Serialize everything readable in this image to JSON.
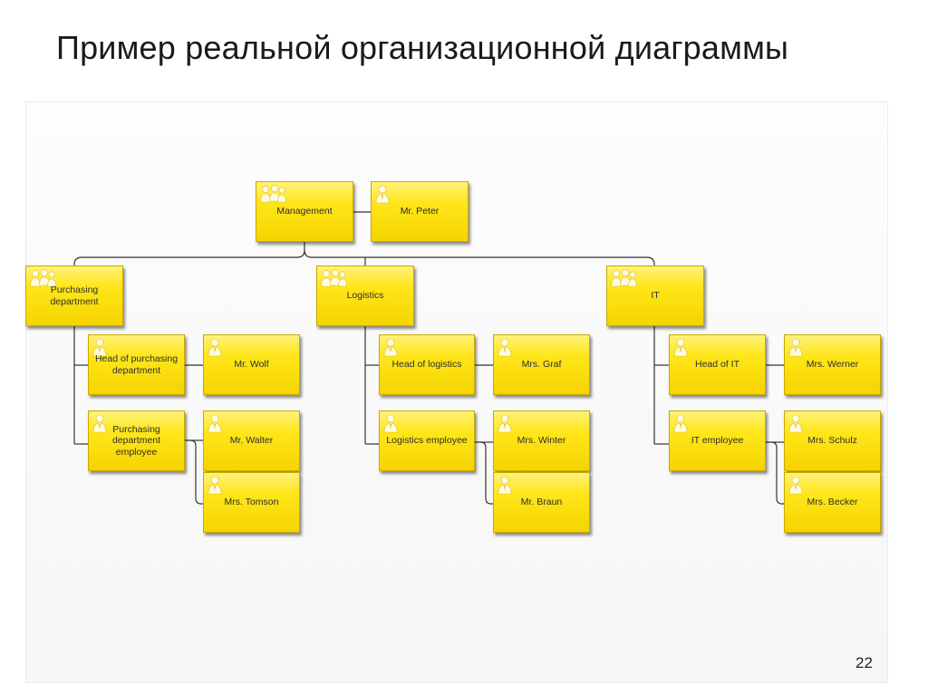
{
  "title": "Пример реальной организационной диаграммы",
  "page_number": "22",
  "nodes": {
    "management": "Management",
    "mr_peter": "Mr. Peter",
    "purchasing": "Purchasing department",
    "logistics": "Logistics",
    "it": "IT",
    "head_purchasing": "Head of purchasing department",
    "mr_wolf": "Mr. Wolf",
    "purchasing_employee": "Purchasing department employee",
    "mr_walter": "Mr. Walter",
    "mrs_tomson": "Mrs. Tomson",
    "head_logistics": "Head of logistics",
    "mrs_graf": "Mrs. Graf",
    "logistics_employee": "Logistics employee",
    "mrs_winter": "Mrs. Winter",
    "mr_braun": "Mr. Braun",
    "head_it": "Head of IT",
    "mrs_werner": "Mrs. Werner",
    "it_employee": "IT employee",
    "mrs_schulz": "Mrs. Schulz",
    "mrs_becker": "Mrs. Becker"
  },
  "icons": {
    "group": "org-unit-icon",
    "person": "person-icon"
  },
  "colors": {
    "node_fill": "#ffe61a",
    "node_border": "#c9a900",
    "connector": "#333333"
  }
}
